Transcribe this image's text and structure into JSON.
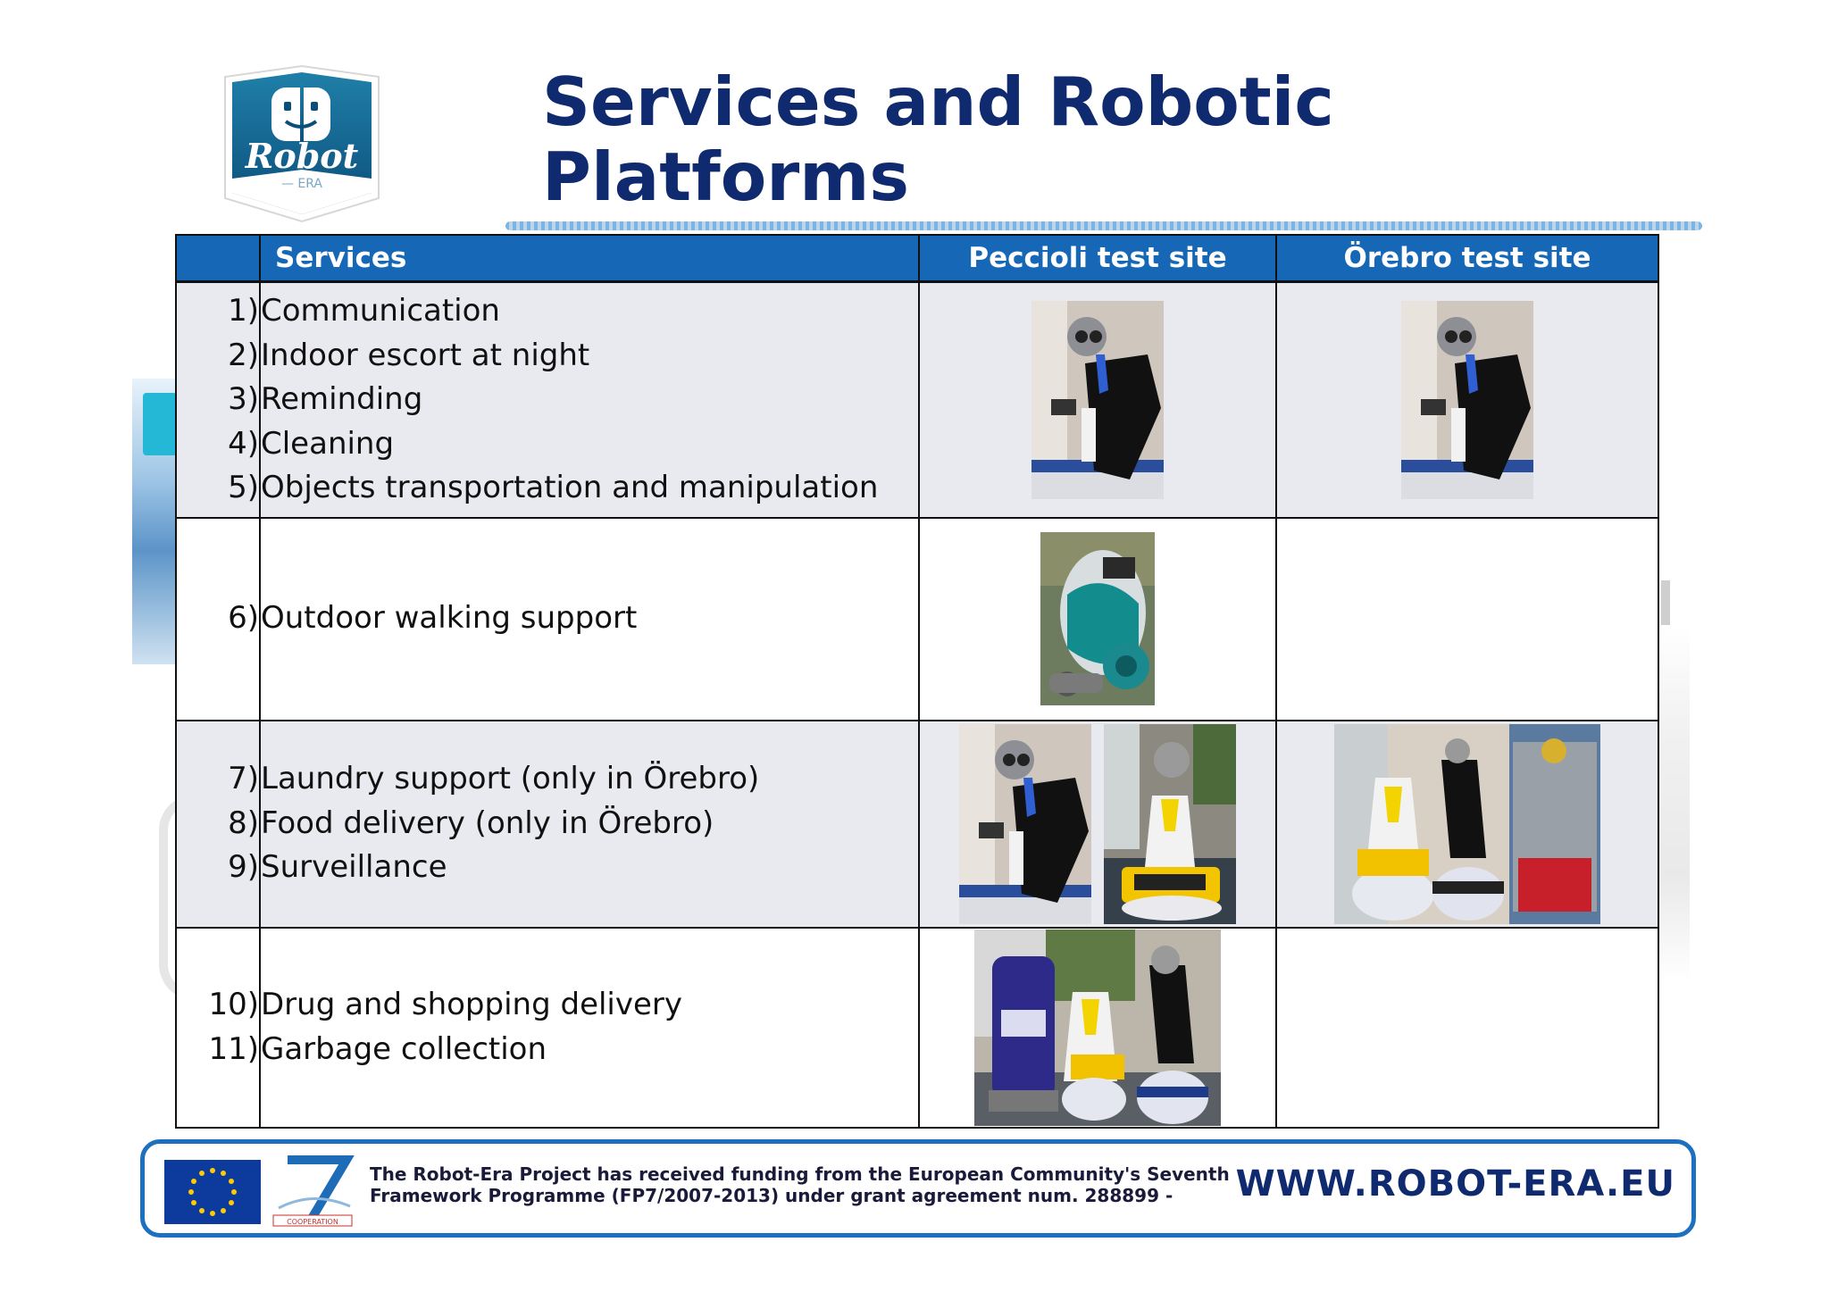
{
  "logo": {
    "word": "Robot",
    "sub": "— ERA"
  },
  "title": {
    "line1": "Services and Robotic",
    "line2": "Platforms"
  },
  "table": {
    "headers": {
      "number": "",
      "services": "Services",
      "peccioli": "Peccioli test site",
      "orebro": "Örebro test site"
    },
    "groups": [
      {
        "numbers": [
          "1)",
          "2)",
          "3)",
          "4)",
          "5)"
        ],
        "services": [
          "Communication",
          "Indoor escort at night",
          "Reminding",
          "Cleaning",
          "Objects transportation and manipulation"
        ]
      },
      {
        "numbers": [
          "6)"
        ],
        "services": [
          "Outdoor walking support"
        ]
      },
      {
        "numbers": [
          "7)",
          "8)",
          "9)"
        ],
        "services": [
          "Laundry support (only in Örebro)",
          "Food delivery (only in Örebro)",
          "Surveillance"
        ]
      },
      {
        "numbers": [
          "10)",
          "11)"
        ],
        "services": [
          "Drug and shopping delivery",
          "Garbage collection"
        ]
      }
    ]
  },
  "footer": {
    "fp7_label": "COOPERATION",
    "funding_line1": "The Robot-Era Project has received funding from the European Community's Seventh",
    "funding_line2": "Framework Programme (FP7/2007-2013) under grant agreement num. 288899 -",
    "website": "WWW.ROBOT-ERA.EU"
  },
  "colors": {
    "title": "#0f2a6e",
    "header_bg": "#1667b6",
    "row_gray": "#e9e9f0",
    "footer_border": "#1d6fc0",
    "eu_blue": "#0d3a9d",
    "eu_star": "#ffcc00"
  }
}
